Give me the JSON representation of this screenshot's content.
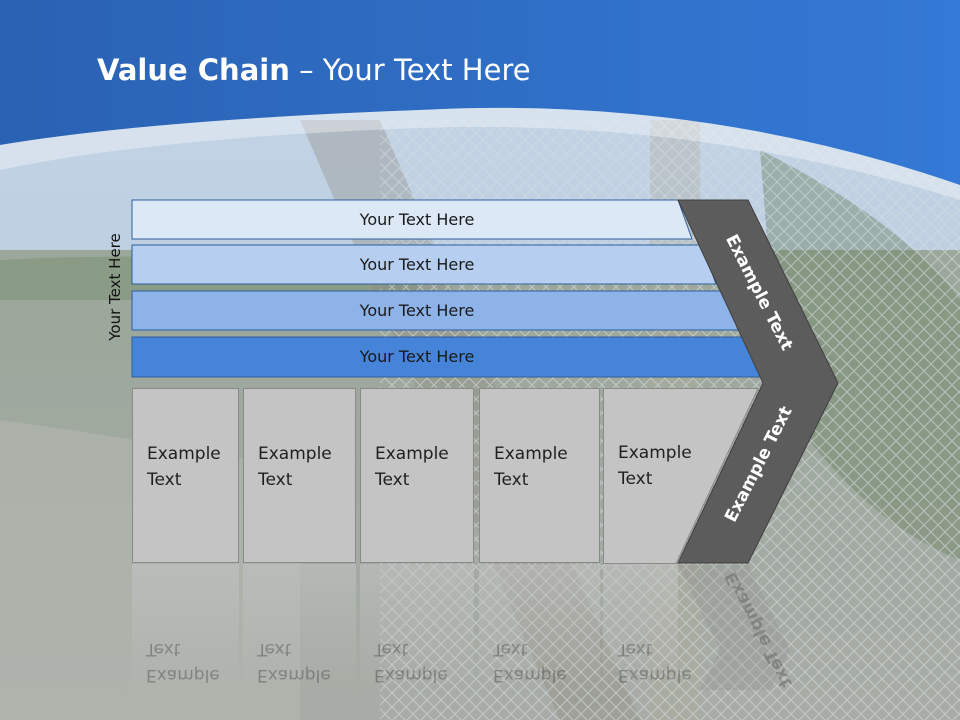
{
  "title": {
    "bold": "Value Chain",
    "rest": " – Your Text Here"
  },
  "side_label": "Your Text Here",
  "bars": [
    {
      "label": "Your Text Here",
      "color": "#dde8f6"
    },
    {
      "label": "Your Text Here",
      "color": "#b6cff0"
    },
    {
      "label": "Your Text Here",
      "color": "#8db3e8"
    },
    {
      "label": "Your Text Here",
      "color": "#4584d8"
    }
  ],
  "boxes": [
    {
      "label": "Example\nText"
    },
    {
      "label": "Example\nText"
    },
    {
      "label": "Example\nText"
    },
    {
      "label": "Example\nText"
    },
    {
      "label": "Example\nText"
    }
  ],
  "chevron_top": "Example Text",
  "chevron_bottom": "Example Text",
  "colors": {
    "header_blue": "#2f6fc4",
    "chevron_gray": "#5c5c5c",
    "box_gray": "#c4c4c4"
  }
}
